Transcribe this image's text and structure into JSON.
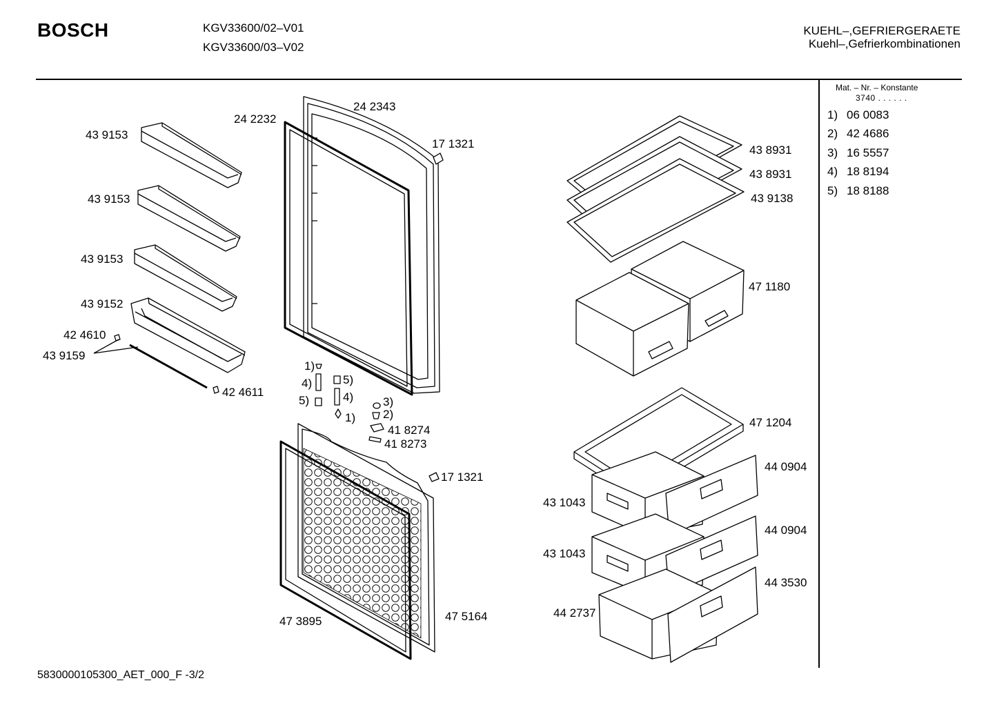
{
  "header": {
    "brand": "BOSCH",
    "models": [
      "KGV33600/02–V01",
      "KGV33600/03–V02"
    ],
    "category_line1": "KUEHL–,GEFRIERGERAETE",
    "category_line2": "Kuehl–,Gefrierkombinationen"
  },
  "constants": {
    "title": "Mat. – Nr. – Konstante",
    "value": "3740 . .  . . . .",
    "items": [
      {
        "num": "1)",
        "code": "06 0083"
      },
      {
        "num": "2)",
        "code": "42 4686"
      },
      {
        "num": "3)",
        "code": "16 5557"
      },
      {
        "num": "4)",
        "code": "18 8194"
      },
      {
        "num": "5)",
        "code": "18 8188"
      }
    ]
  },
  "parts": {
    "shelf_1": "43 9153",
    "shelf_2": "43 9153",
    "shelf_3": "43 9153",
    "shelf_4": "43 9152",
    "clip_left": "42 4610",
    "bar": "43 9159",
    "clip_right": "42 4611",
    "door_upper": "24 2343",
    "gasket_upper": "24 2232",
    "hinge_cover_upper": "17 1321",
    "hinge_cover_lower": "17 1321",
    "hinge_a": "41 8274",
    "hinge_b": "41 8273",
    "gasket_lower": "47 3895",
    "door_lower": "47 5164",
    "glass_shelf_1": "43 8931",
    "glass_shelf_2": "43 8931",
    "glass_shelf_3": "43 9138",
    "crisper": "47 1180",
    "cover_plate": "47 1204",
    "drawer_front_1": "44 0904",
    "drawer_front_2": "44 0904",
    "drawer_front_3": "44 3530",
    "drawer_1": "43 1043",
    "drawer_2": "43 1043",
    "drawer_3": "44 2737",
    "ref_1a": "1)",
    "ref_4a": "4)",
    "ref_5a": "5)",
    "ref_5b": "5)",
    "ref_4b": "4)",
    "ref_1b": "1)",
    "ref_3": "3)",
    "ref_2": "2)"
  },
  "footer": {
    "doc_id": "5830000105300_AET_000_F  -3/2"
  }
}
